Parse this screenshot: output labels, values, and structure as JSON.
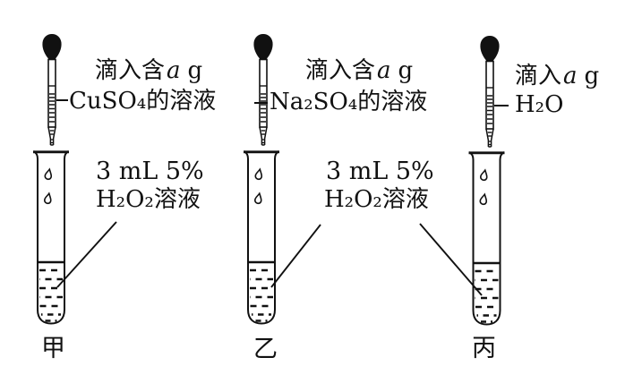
{
  "colors": {
    "ink": "#111111",
    "background": "#ffffff"
  },
  "groups": [
    {
      "name": "甲",
      "dropper_caption": {
        "prefix": "滴入含",
        "amount": "a",
        "unit": "g"
      },
      "dropper_substance": "CuSO₄的溶液",
      "tube_caption_line1": "3 mL 5%",
      "tube_caption_line2": "H₂O₂溶液"
    },
    {
      "name": "乙",
      "dropper_caption": {
        "prefix": "滴入含",
        "amount": "a",
        "unit": "g"
      },
      "dropper_substance": "Na₂SO₄的溶液",
      "tube_caption_line1": "3 mL 5%",
      "tube_caption_line2": "H₂O₂溶液"
    },
    {
      "name": "丙",
      "dropper_caption": {
        "prefix": "滴入",
        "amount": "a",
        "unit": "g"
      },
      "dropper_substance": "H₂O"
    }
  ]
}
